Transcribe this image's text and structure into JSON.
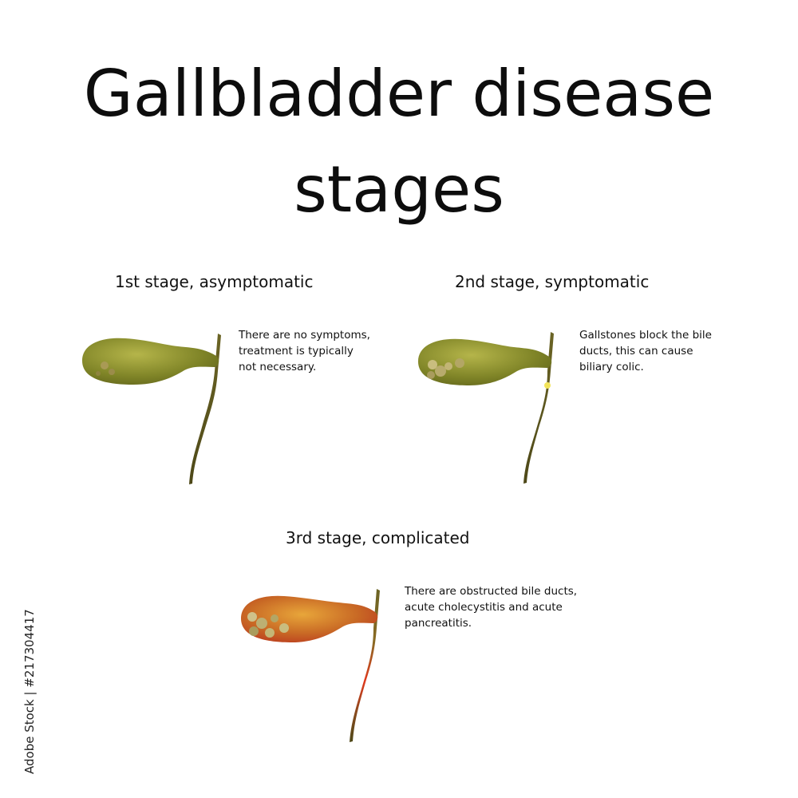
{
  "title": {
    "line1": "Gallbladder disease",
    "line2": "stages"
  },
  "stages": [
    {
      "heading": "1st stage, asymptomatic",
      "description": "There are no symptoms,\ntreatment is typically\nnot necessary.",
      "body_color": "#8a8f2c",
      "accent_color": "#6b6d20"
    },
    {
      "heading": "2nd stage, symptomatic",
      "description": "Gallstones block the bile\nducts, this can cause\nbiliary colic.",
      "body_color": "#8a8f2c",
      "accent_color": "#f2e45a"
    },
    {
      "heading": "3rd stage, complicated",
      "description": "There are obstructed bile ducts,\nacute cholecystitis and acute\npancreatitis.",
      "body_color": "#c0392b",
      "accent_color": "#e53b1e"
    }
  ],
  "credit": {
    "stock_id": "Adobe Stock | #217304417"
  }
}
